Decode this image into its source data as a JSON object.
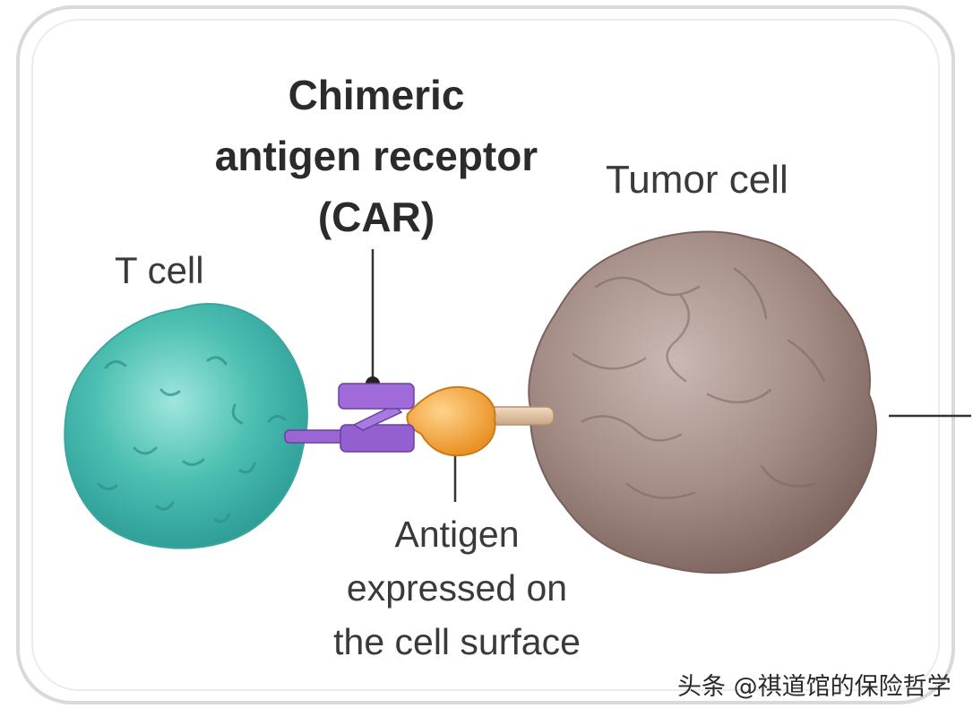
{
  "labels": {
    "car_line1": "Chimeric",
    "car_line2": "antigen receptor",
    "car_line3": "(CAR)",
    "tumor_cell": "Tumor cell",
    "t_cell": "T cell",
    "antigen_line1": "Antigen",
    "antigen_line2": "expressed on",
    "antigen_line3": "the cell surface"
  },
  "watermark": "头条 @祺道馆的保险哲学",
  "colors": {
    "t_cell": "#4fc2b4",
    "tumor_cell": "#9e8580",
    "car_receptor": "#8a55c4",
    "antigen": "#f0a23a",
    "frame": "#d9d9d9"
  }
}
